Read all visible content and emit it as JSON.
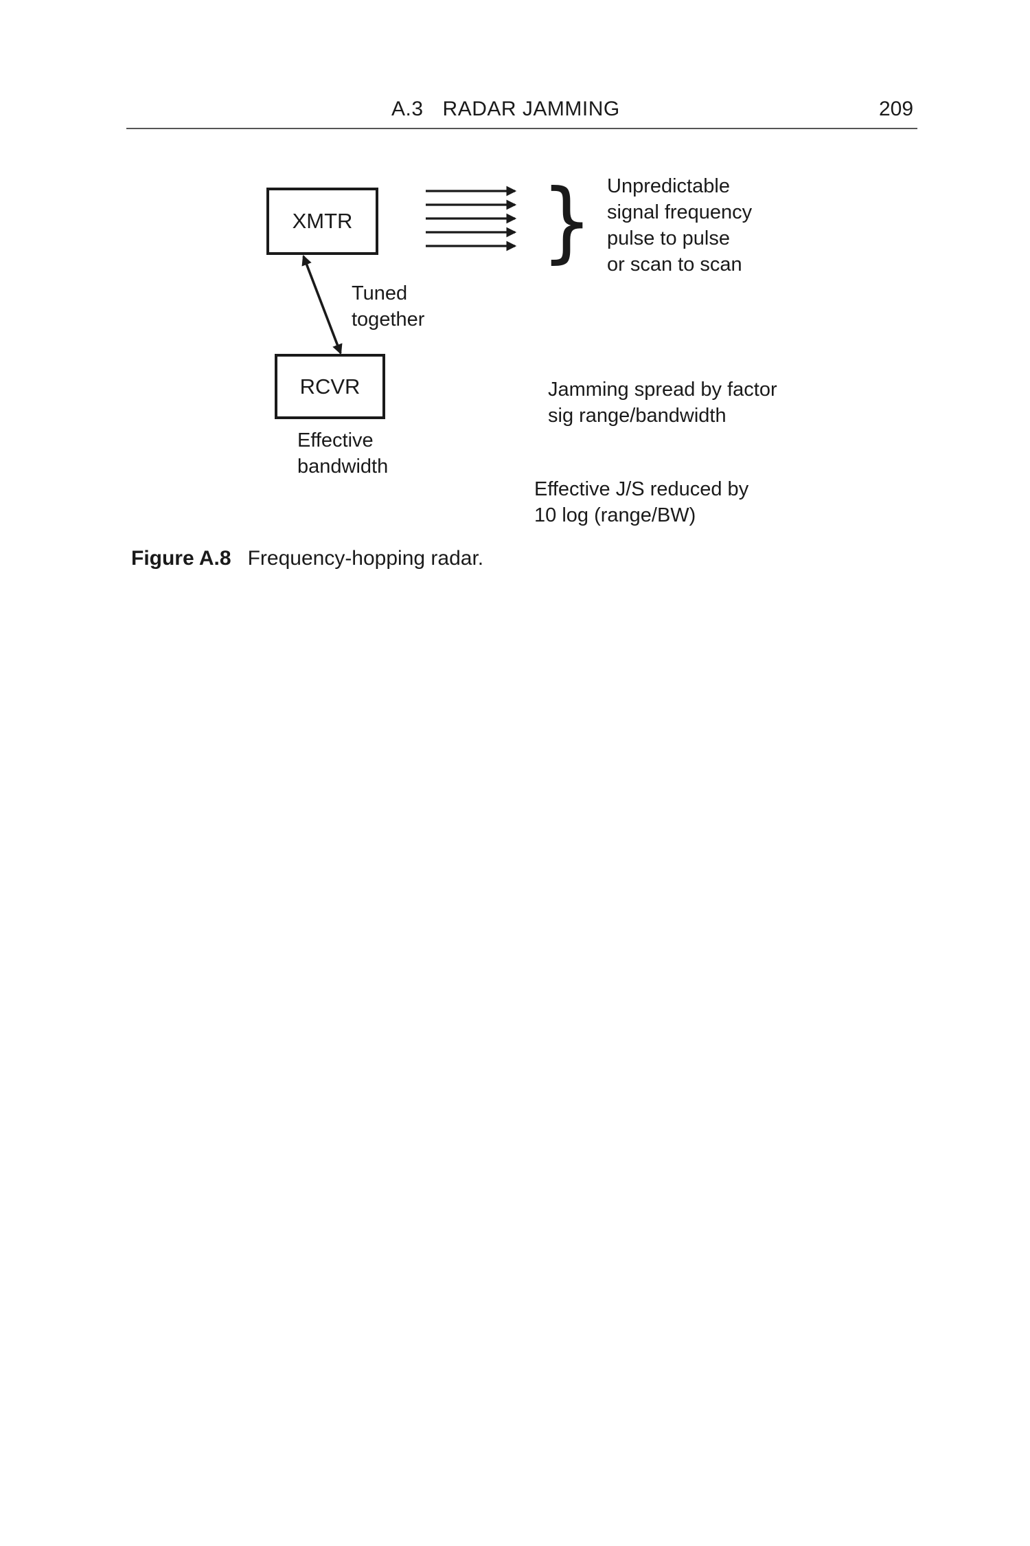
{
  "colors": {
    "ink": "#1a1a1a",
    "paper": "#ffffff"
  },
  "header": {
    "section_label": "A.3",
    "section_title": "RADAR JAMMING",
    "page_number": "209"
  },
  "diagram": {
    "xmtr_label": "XMTR",
    "rcvr_label": "RCVR",
    "tuned_together_label": "Tuned\ntogether",
    "effective_bandwidth_label": "Effective\nbandwidth",
    "unpredictable_note": "Unpredictable\nsignal frequency\npulse to pulse\nor scan to scan",
    "jamming_spread_note": "Jamming spread by factor\nsig range/bandwidth",
    "effective_js_note": "Effective J/S reduced by\n10 log (range/BW)",
    "brace_glyph": "}"
  },
  "caption": {
    "figure_label": "Figure A.8",
    "figure_title": "Frequency-hopping radar."
  }
}
